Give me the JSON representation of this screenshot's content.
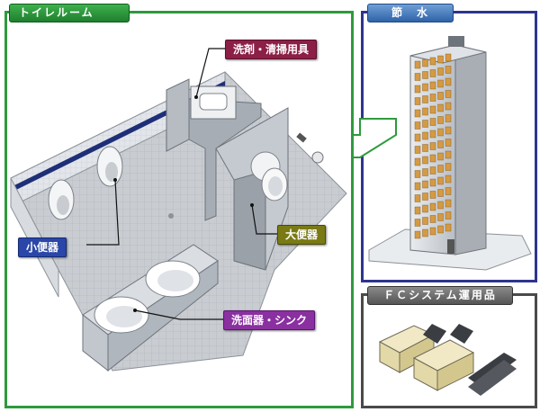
{
  "panels": {
    "toilet_room": {
      "title": "トイレルーム"
    },
    "setsusui": {
      "title": "節　水"
    },
    "fc_system": {
      "title": "ＦＣシステム運用品"
    }
  },
  "callouts": {
    "detergent": "洗剤・清掃用具",
    "urinal": "小便器",
    "toilet": "大便器",
    "washbasin": "洗面器・シンク"
  },
  "colors": {
    "toilet_border": "#2e9a3e",
    "setsusui_border": "#2e3490",
    "fc_border": "#4a4a4a",
    "detergent_label": "#8c1f46",
    "urinal_label": "#2a46a8",
    "toilet_label": "#7a7a14",
    "washbasin_label": "#8a30a0"
  },
  "icons": [
    "building-illustration",
    "office-furniture-illustration",
    "restroom-illustration"
  ]
}
